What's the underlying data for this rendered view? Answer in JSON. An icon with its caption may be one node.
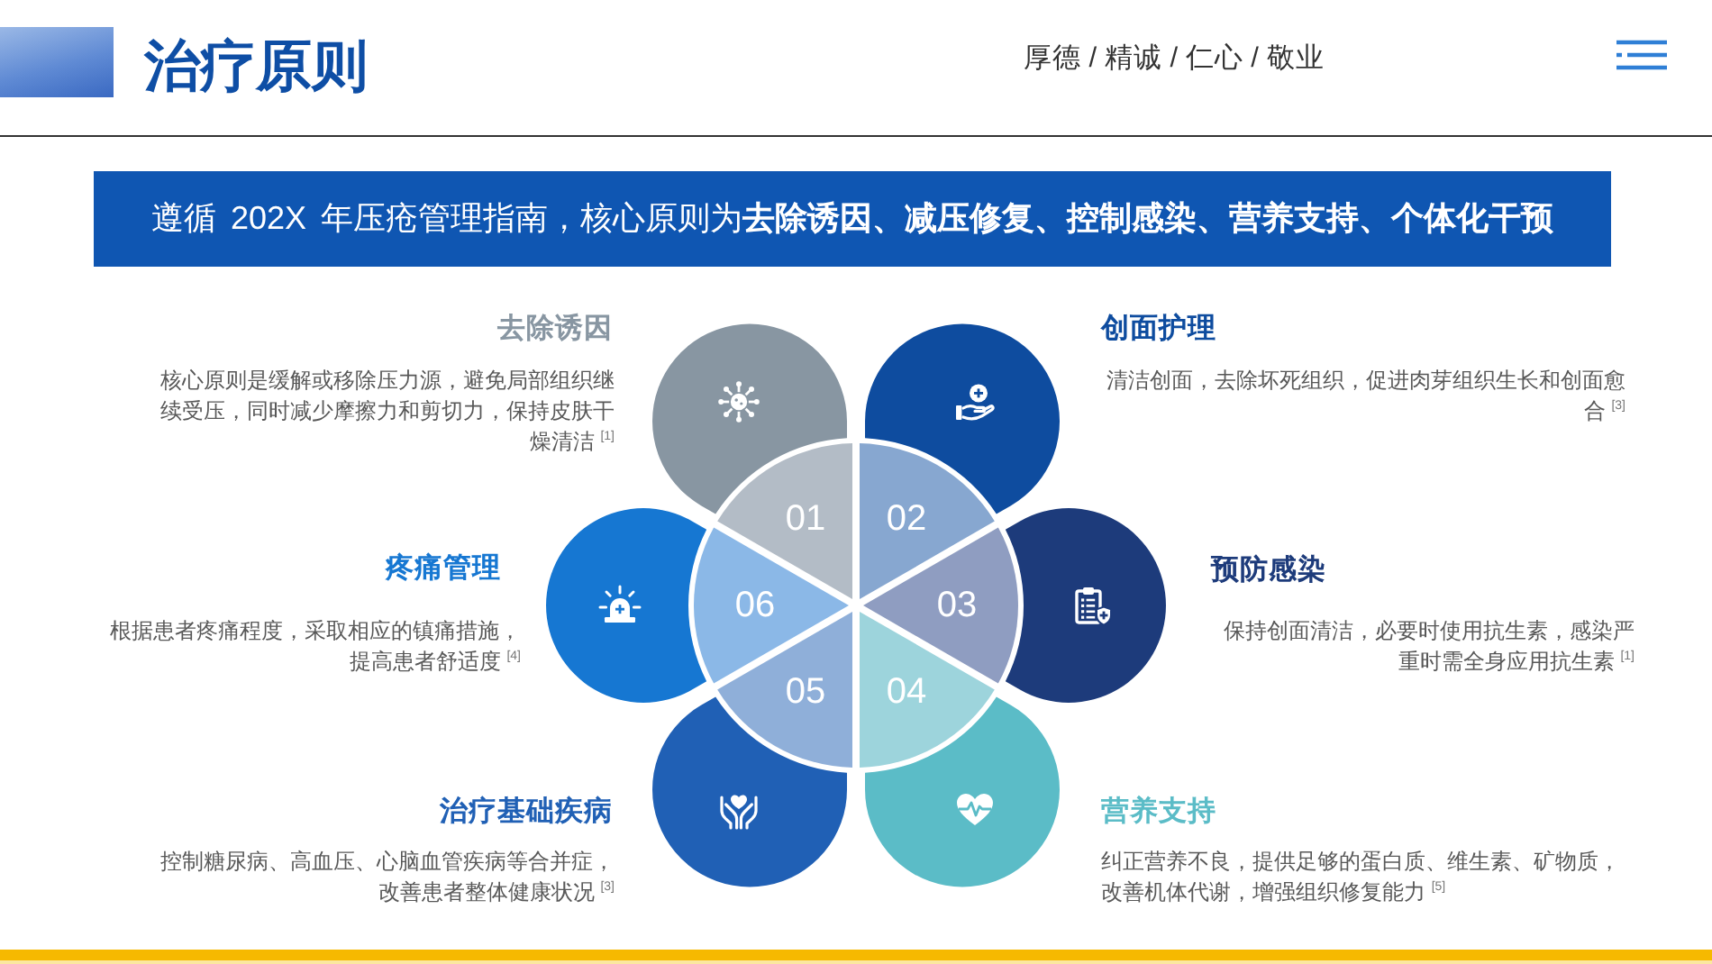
{
  "diagram": {
    "title": "治疗原则",
    "nodes": [
      {
        "text": [
          "遵循 202X 年压疮管理指南，核心原则为**去除诱因、减压修复、控制感染、营养支持、个体化干预**"
        ]
      },
      {
        "text": [
          "01"
        ],
        "beside": [
          "去除诱因",
          "核心原则是缓解或移除压力源，避免局部组织继续受压，同时减少摩擦力和剪切力，保持皮肤干燥清洁 $^{[1]}$"
        ]
      },
      {
        "text": [
          "02"
        ],
        "beside": [
          "创面护理",
          "清洁创面，去除坏死组织，促进肉芽组织生长和创面愈合 $^{[3]}$"
        ]
      },
      {
        "text": [
          "03"
        ],
        "beside": [
          "预防感染",
          "保持创面清洁，必要时使用抗生素，感染严重时需全身应用抗生素 $^{[1]}$"
        ]
      },
      {
        "text": [
          "04"
        ],
        "beside": [
          "营养支持",
          "纠正营养不良，提供足够的蛋白质、维生素、矿物质，改善机体代谢，增强组织修复能力 $^{[5]}$"
        ]
      },
      {
        "text": [
          "05"
        ],
        "beside": [
          "治疗基础疾病",
          "控制糖尿病、高血压、心脑血管疾病等合并症，改善患者整体健康状况 $^{[3]}$"
        ]
      },
      {
        "text": [
          "06"
        ],
        "beside": [
          "疼痛管理",
          "根据患者疼痛程度，采取相应的镇痛措施，提高患者舒适度 $^{[4]}$"
        ]
      }
    ],
    "labels": [
      "厚德 / 精诚 / 仁心 / 敬业"
    ]
  }
}
